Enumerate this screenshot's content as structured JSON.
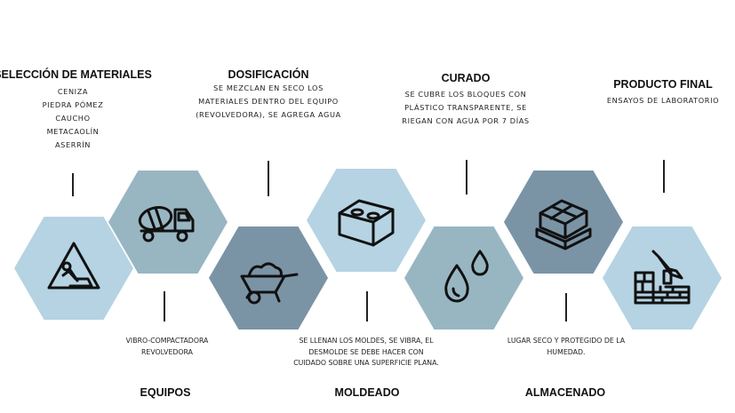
{
  "steps": [
    {
      "title": "SELECCIÓN DE MATERIALES",
      "lines": [
        "CENIZA",
        "PIEDRA PÓMEZ",
        "CAUCHO",
        "METACAOLÍN",
        "ASERRÍN"
      ],
      "icon": "construction-warning-icon",
      "color": "#b5d3e3"
    },
    {
      "title": "EQUIPOS",
      "lines": [
        "VIBRO-COMPACTADORA",
        " REVOLVEDORA"
      ],
      "icon": "concrete-mixer-truck-icon",
      "color": "#98b6c2"
    },
    {
      "title": "DOSIFICACIÓN",
      "lines": [
        "SE MEZCLAN EN SECO LOS",
        "MATERIALES DENTRO DEL EQUIPO",
        "(REVOLVEDORA), SE AGREGA AGUA"
      ],
      "icon": "wheelbarrow-icon",
      "color": "#7a94a6"
    },
    {
      "title": "MOLDEADO",
      "lines": [
        "SE LLENAN LOS MOLDES, SE VIBRA, EL",
        "DESMOLDE SE DEBE HACER CON",
        "CUIDADO SOBRE UNA SUPERFICIE PLANA."
      ],
      "icon": "concrete-block-icon",
      "color": "#b5d3e3"
    },
    {
      "title": "CURADO",
      "lines": [
        "SE CUBRE LOS BLOQUES CON",
        "PLÁSTICO TRANSPARENTE, SE",
        "RIEGAN CON AGUA POR 7 DÍAS"
      ],
      "icon": "water-drops-icon",
      "color": "#98b6c2"
    },
    {
      "title": "ALMACENADO",
      "lines": [
        "LUGAR SECO Y PROTEGIDO DE LA",
        "HUMEDAD."
      ],
      "icon": "pallet-blocks-icon",
      "color": "#7a94a6"
    },
    {
      "title": "PRODUCTO FINAL",
      "lines": [
        "ENSAYOS DE LABORATORIO"
      ],
      "icon": "brick-wall-trowel-icon",
      "color": "#b5d3e3"
    }
  ]
}
